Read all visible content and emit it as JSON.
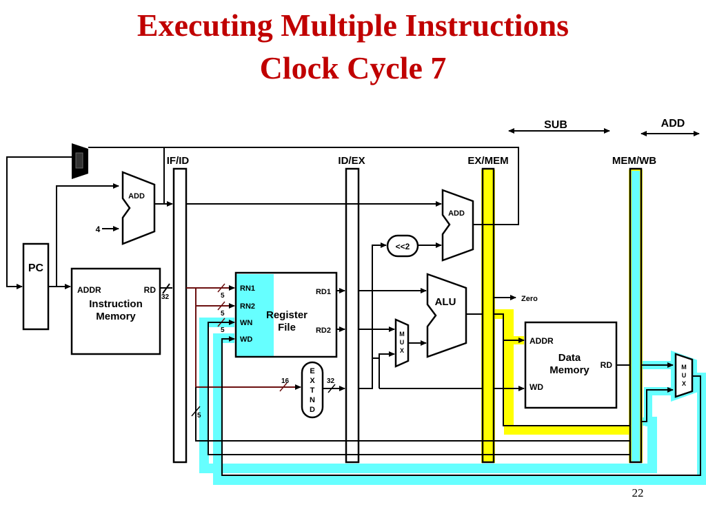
{
  "slide": {
    "title_line1": "Executing Multiple Instructions",
    "title_line2": "Clock Cycle 7",
    "page_number": "22"
  },
  "stages": {
    "sub": "SUB",
    "add": "ADD"
  },
  "pipeline_registers": {
    "if_id": "IF/ID",
    "id_ex": "ID/EX",
    "ex_mem": "EX/MEM",
    "mem_wb": "MEM/WB"
  },
  "pc": {
    "label": "PC"
  },
  "pc_adder": {
    "label": "ADD",
    "constant": "4"
  },
  "branch_adder": {
    "label": "ADD"
  },
  "shift": {
    "label": "<<2"
  },
  "instruction_memory": {
    "addr": "ADDR",
    "rd": "RD",
    "name_line1": "Instruction",
    "name_line2": "Memory",
    "width": "32"
  },
  "register_file": {
    "rn1": "RN1",
    "rn2": "RN2",
    "wn": "WN",
    "wd": "WD",
    "rd1": "RD1",
    "rd2": "RD2",
    "name_line1": "Register",
    "name_line2": "File",
    "bus_width_1": "5",
    "bus_width_2": "5",
    "bus_width_3": "5",
    "bus_width_4": "5"
  },
  "sign_extend": {
    "letters": [
      "E",
      "X",
      "T",
      "N",
      "D"
    ],
    "in_width": "16",
    "out_width": "32"
  },
  "alu": {
    "label": "ALU",
    "zero": "Zero"
  },
  "alu_mux": {
    "letters": [
      "M",
      "U",
      "X"
    ]
  },
  "data_memory": {
    "addr": "ADDR",
    "wd": "WD",
    "rd": "RD",
    "name_line1": "Data",
    "name_line2": "Memory"
  },
  "wb_mux": {
    "letters": [
      "M",
      "U",
      "X"
    ]
  },
  "colors": {
    "title": "#c00000",
    "wb_highlight": "#66ffff",
    "mem_highlight": "#ffff00",
    "decode_bus": "#6b0f0f"
  }
}
